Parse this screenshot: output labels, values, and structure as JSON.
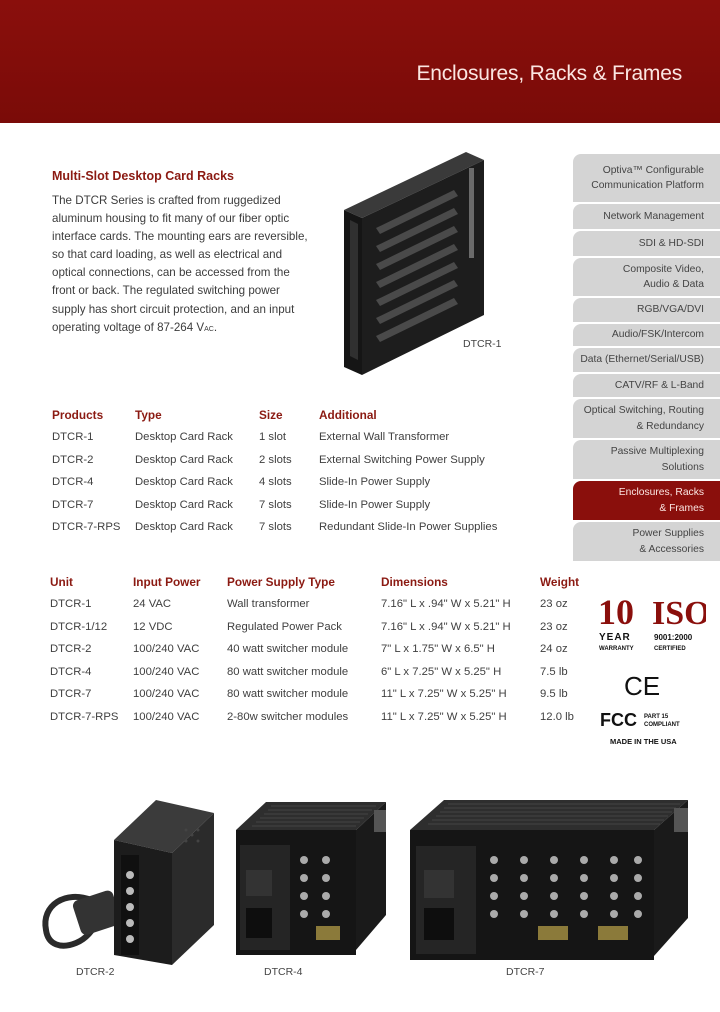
{
  "header": {
    "title": "Enclosures, Racks & Frames"
  },
  "intro": {
    "heading": "Multi-Slot Desktop Card Racks",
    "body": "The DTCR Series is crafted from ruggedized aluminum housing to fit many of our fiber optic interface cards. The mounting ears are reversible, so that card loading, as well as electrical and optical connections, can be accessed from the front or back. The regulated switching power supply has short circuit protection, and an input operating voltage of 87-264 V",
    "body_suffix": "AC",
    "body_end": "."
  },
  "photo_captions": {
    "dtcr1": "DTCR-1",
    "dtcr2": "DTCR-2",
    "dtcr4": "DTCR-4",
    "dtcr7": "DTCR-7"
  },
  "sidebar": {
    "items": [
      {
        "label": "Optiva™ Configurable\nCommunication Platform"
      },
      {
        "label": "Network Management"
      },
      {
        "label": "SDI & HD-SDI"
      },
      {
        "label": "Composite Video,\nAudio & Data"
      },
      {
        "label": "RGB/VGA/DVI"
      },
      {
        "label": "Audio/FSK/Intercom"
      },
      {
        "label": "Data (Ethernet/Serial/USB)"
      },
      {
        "label": "CATV/RF & L-Band"
      },
      {
        "label": "Optical Switching, Routing\n& Redundancy"
      },
      {
        "label": "Passive Multiplexing\nSolutions"
      },
      {
        "label": "Enclosures, Racks\n& Frames"
      },
      {
        "label": "Power Supplies\n& Accessories"
      }
    ]
  },
  "products_table": {
    "headers": [
      "Products",
      "Type",
      "Size",
      "Additional"
    ],
    "rows": [
      [
        "DTCR-1",
        "Desktop Card Rack",
        "1 slot",
        "External Wall Transformer"
      ],
      [
        "DTCR-2",
        "Desktop Card Rack",
        "2 slots",
        "External Switching Power Supply"
      ],
      [
        "DTCR-4",
        "Desktop Card Rack",
        "4 slots",
        "Slide-In Power Supply"
      ],
      [
        "DTCR-7",
        "Desktop Card Rack",
        "7 slots",
        "Slide-In Power Supply"
      ],
      [
        "DTCR-7-RPS",
        "Desktop Card Rack",
        "7 slots",
        "Redundant Slide-In Power Supplies"
      ]
    ]
  },
  "specs_table": {
    "headers": [
      "Unit",
      "Input Power",
      "Power Supply Type",
      "Dimensions",
      "Weight"
    ],
    "rows": [
      [
        "DTCR-1",
        " 24 VAC",
        "Wall transformer",
        "7.16\" L x .94\" W x 5.21\" H",
        "23 oz"
      ],
      [
        "DTCR-1/12",
        " 12 VDC",
        "Regulated Power Pack",
        "7.16\" L x .94\" W x 5.21\" H",
        "23 oz"
      ],
      [
        "DTCR-2",
        "100/240 VAC",
        "40 watt switcher module",
        "7\" L x 1.75\" W x 6.5\" H",
        "24 oz"
      ],
      [
        "DTCR-4",
        "100/240 VAC",
        "80 watt switcher module",
        "6\" L x 7.25\" W x 5.25\" H",
        "7.5 lb"
      ],
      [
        "DTCR-7",
        "100/240 VAC",
        "80 watt switcher module",
        "11\" L x 7.25\" W x 5.25\" H",
        "9.5 lb"
      ],
      [
        "DTCR-7-RPS",
        "100/240 VAC",
        "2-80w switcher modules",
        "11\" L x 7.25\" W x 5.25\" H",
        "12.0 lb"
      ]
    ]
  },
  "certifications": {
    "warranty_number": "10",
    "warranty_word": "YEAR",
    "warranty_sub": "WARRANTY",
    "iso": "ISO",
    "iso_std": "9001:2000",
    "iso_sub": "CERTIFIED",
    "ce": "CE",
    "fcc": "FCC",
    "fcc_part": "PART 15",
    "fcc_sub": "COMPLIANT",
    "made_in": "MADE IN THE USA"
  },
  "colors": {
    "brand": "#8a0f0c",
    "sidebar_bg": "#d4d4d4",
    "heading": "#8b1a12"
  }
}
